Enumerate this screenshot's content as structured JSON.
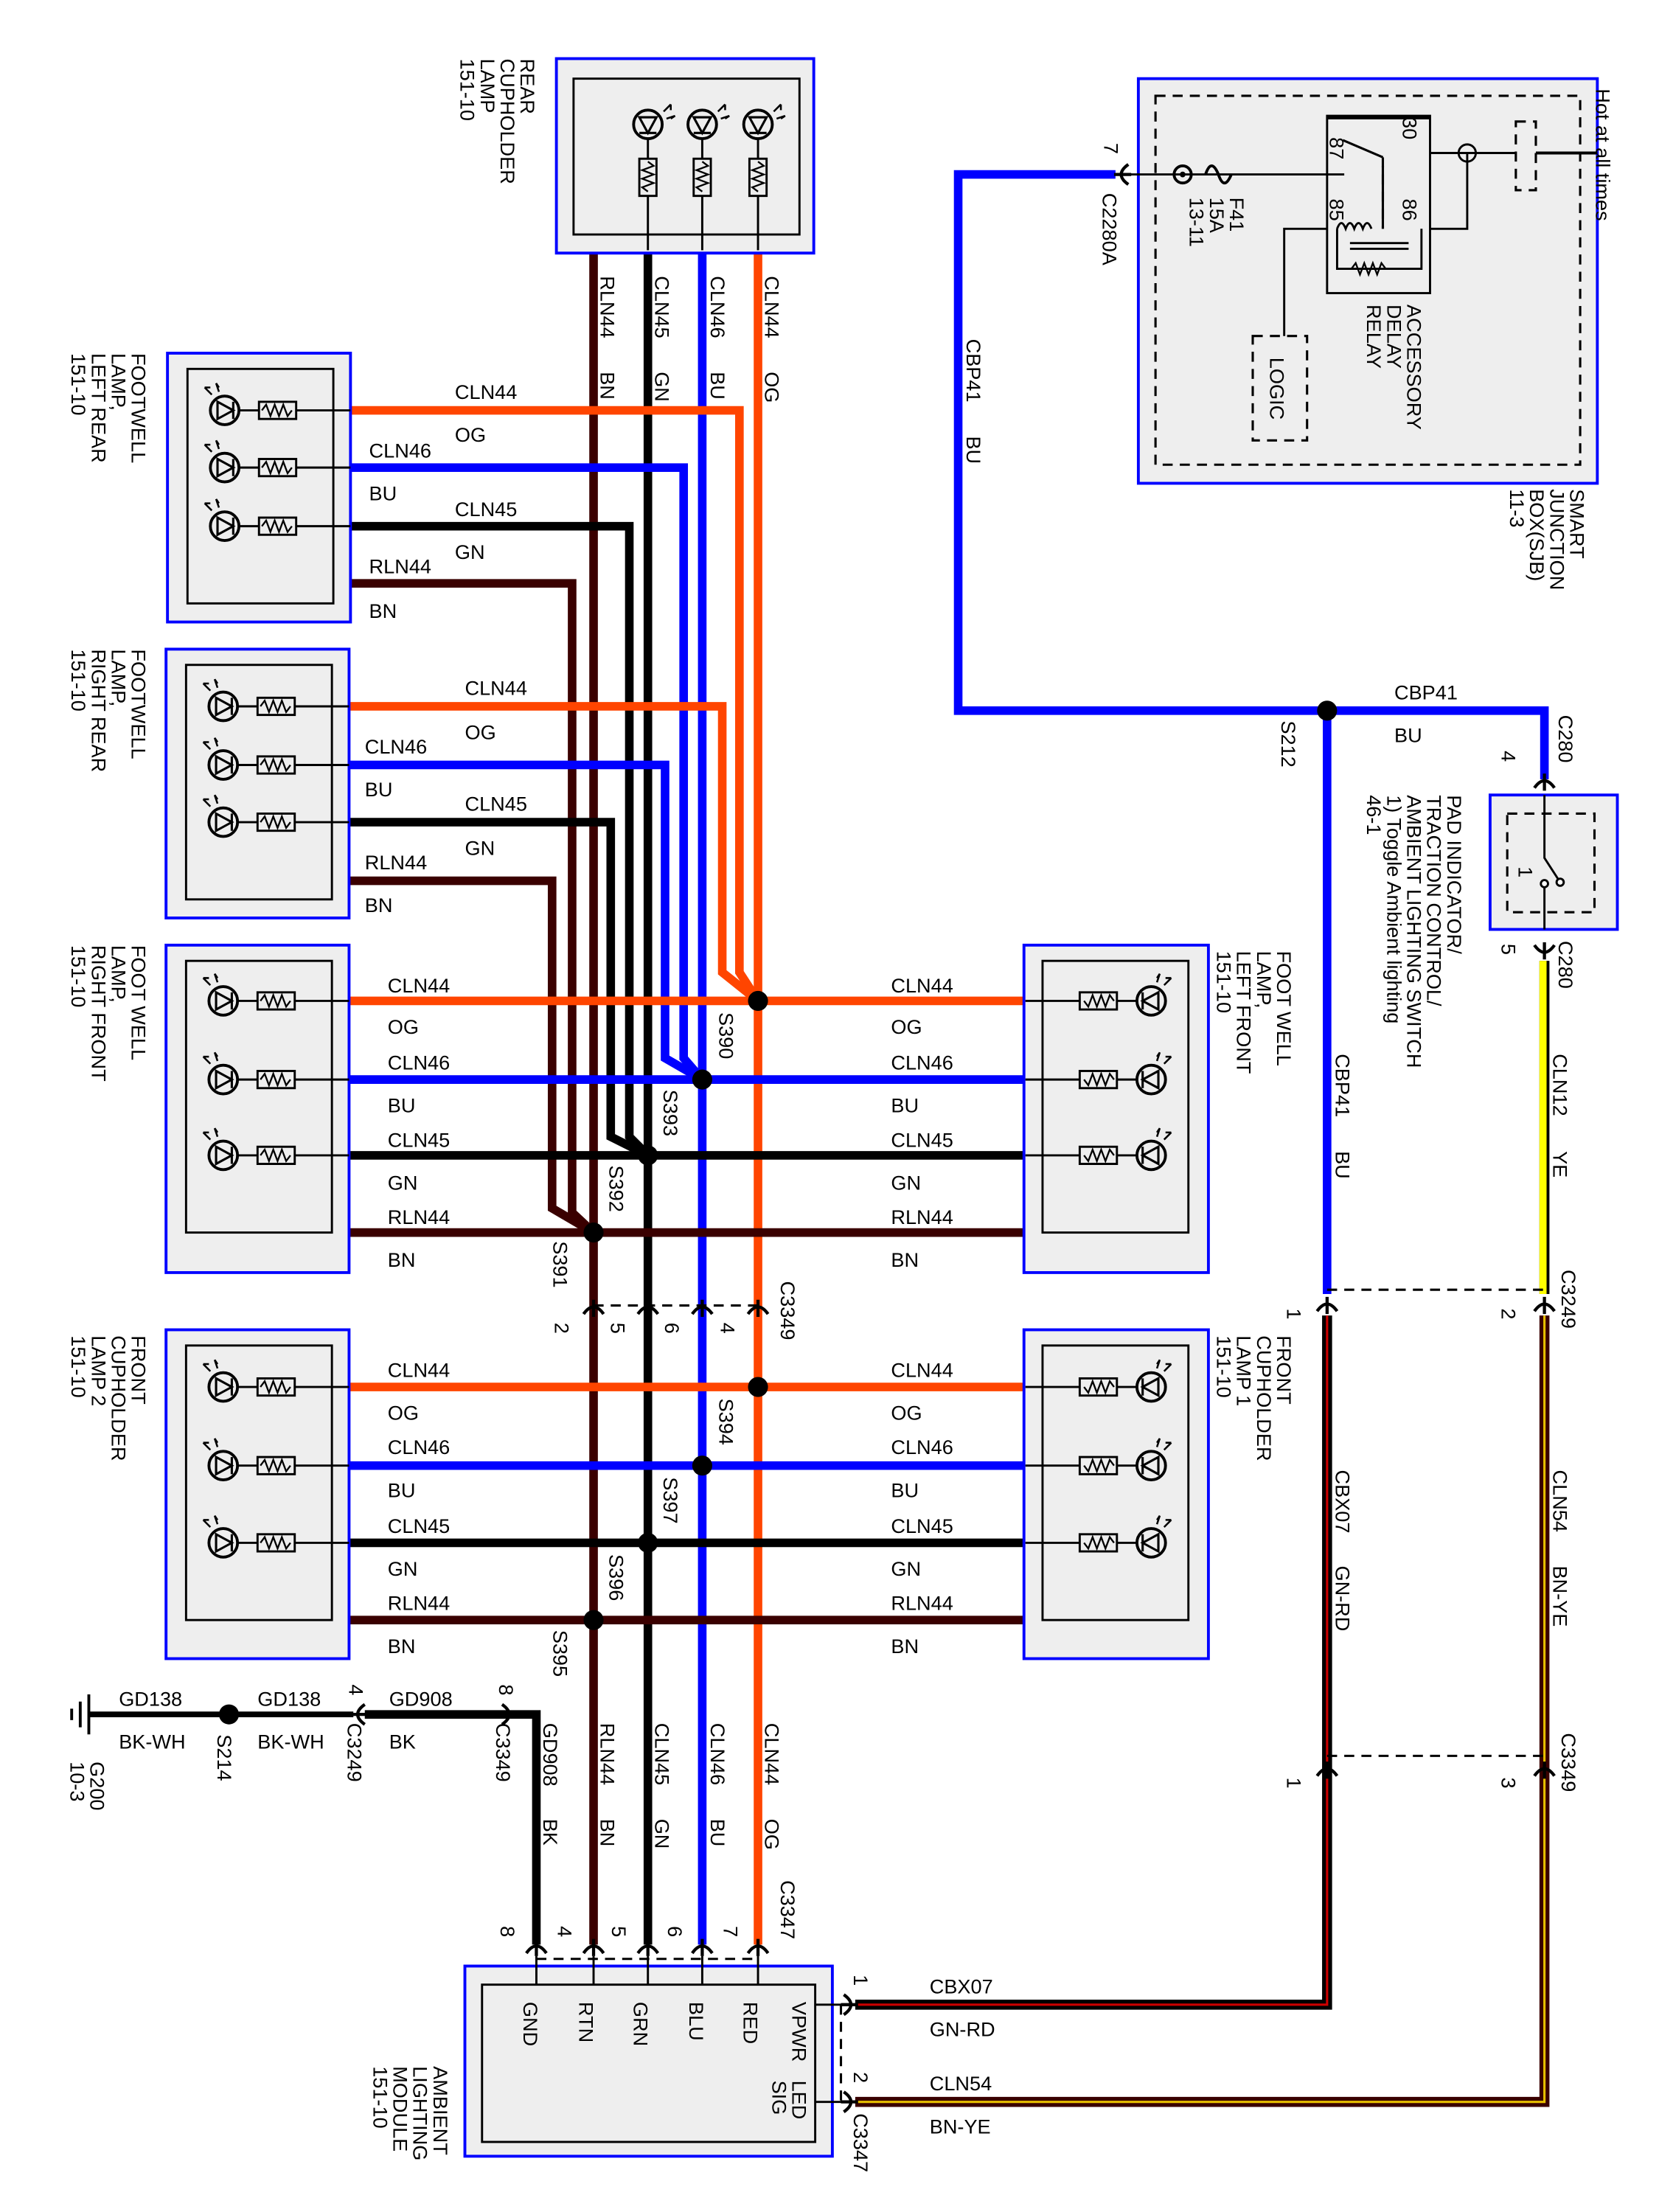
{
  "components": {
    "rear_cupholder": [
      "REAR",
      "CUPHOLDER",
      "LAMP",
      "151-10"
    ],
    "footwell_left_rear": [
      "FOOTWELL",
      "LAMP,",
      "LEFT REAR",
      "151-10"
    ],
    "footwell_right_rear": [
      "FOOTWELL",
      "LAMP,",
      "RIGHT REAR",
      "151-10"
    ],
    "foot_well_right_front": [
      "FOOT WELL",
      "LAMP,",
      "RIGHT FRONT",
      "151-10"
    ],
    "foot_well_left_front": [
      "FOOT WELL",
      "LAMP,",
      "LEFT FRONT",
      "151-10"
    ],
    "front_cupholder_2": [
      "FRONT",
      "CUPHOLDER",
      "LAMP 2",
      "151-10"
    ],
    "front_cupholder_1": [
      "FRONT",
      "CUPHOLDER",
      "LAMP 1",
      "151-10"
    ],
    "ambient_module": [
      "AMBIENT",
      "LIGHTING",
      "MODULE",
      "151-10"
    ],
    "sjb": [
      "SMART",
      "JUNCTION",
      "BOX(SJB)",
      "11-3"
    ],
    "switch": [
      "PAD INDICATOR/",
      "TRACTION CONTROL/",
      "AMBIENT LIGHTING SWITCH",
      "1) Toggle Ambient lighting",
      "46-1"
    ],
    "relay": [
      "ACCESSORY",
      "DELAY",
      "RELAY"
    ],
    "relay_pins": [
      "30",
      "87",
      "85",
      "86"
    ],
    "logic": "LOGIC",
    "fuse": [
      "F41",
      "15A",
      "13-11"
    ],
    "hot": "Hot at all times",
    "switch_pin": "1",
    "ground": [
      "G200",
      "10-3"
    ]
  },
  "module_pins": [
    "GND",
    "RTN",
    "GRN",
    "BLU",
    "RED",
    "VPWR",
    "LED",
    "SIG"
  ],
  "wires": {
    "og": [
      "CLN44",
      "OG"
    ],
    "bu": [
      "CLN46",
      "BU"
    ],
    "gn": [
      "CLN45",
      "GN"
    ],
    "bn": [
      "RLN44",
      "BN"
    ],
    "gd908": [
      "GD908",
      "BK"
    ],
    "gd138": [
      "GD138",
      "BK-WH"
    ],
    "cbp41": [
      "CBP41",
      "BU"
    ],
    "cln12": [
      "CLN12",
      "YE"
    ],
    "cbx07": [
      "CBX07",
      "GN-RD"
    ],
    "cln54": [
      "CLN54",
      "BN-YE"
    ]
  },
  "splices": [
    "S390",
    "S393",
    "S392",
    "S391",
    "S394",
    "S397",
    "S396",
    "S395",
    "S212",
    "S214"
  ],
  "connectors": {
    "c3349": "C3349",
    "c3249": "C3249",
    "c3347": "C3347",
    "c2280a": "C2280A",
    "c280": "C280",
    "c3349_pins_top": [
      "2",
      "5",
      "6",
      "4"
    ],
    "c3347_pins": [
      "8",
      "4",
      "5",
      "6",
      "7"
    ],
    "c3347_right_pins": [
      "1",
      "2"
    ],
    "c3249_pins": [
      "1",
      "2"
    ],
    "c3349_right_pins": [
      "1",
      "3"
    ],
    "c3249_left_pin": "4",
    "c3349_left_pin": "8",
    "c2280a_pin": "7",
    "c280_pins": [
      "4",
      "5"
    ]
  },
  "colors": {
    "og": "#ff4500",
    "bu": "#0000ff",
    "gn": "#000000",
    "bn": "#3a0000",
    "ye": "#ffff00",
    "box_border": "#0000ff"
  }
}
